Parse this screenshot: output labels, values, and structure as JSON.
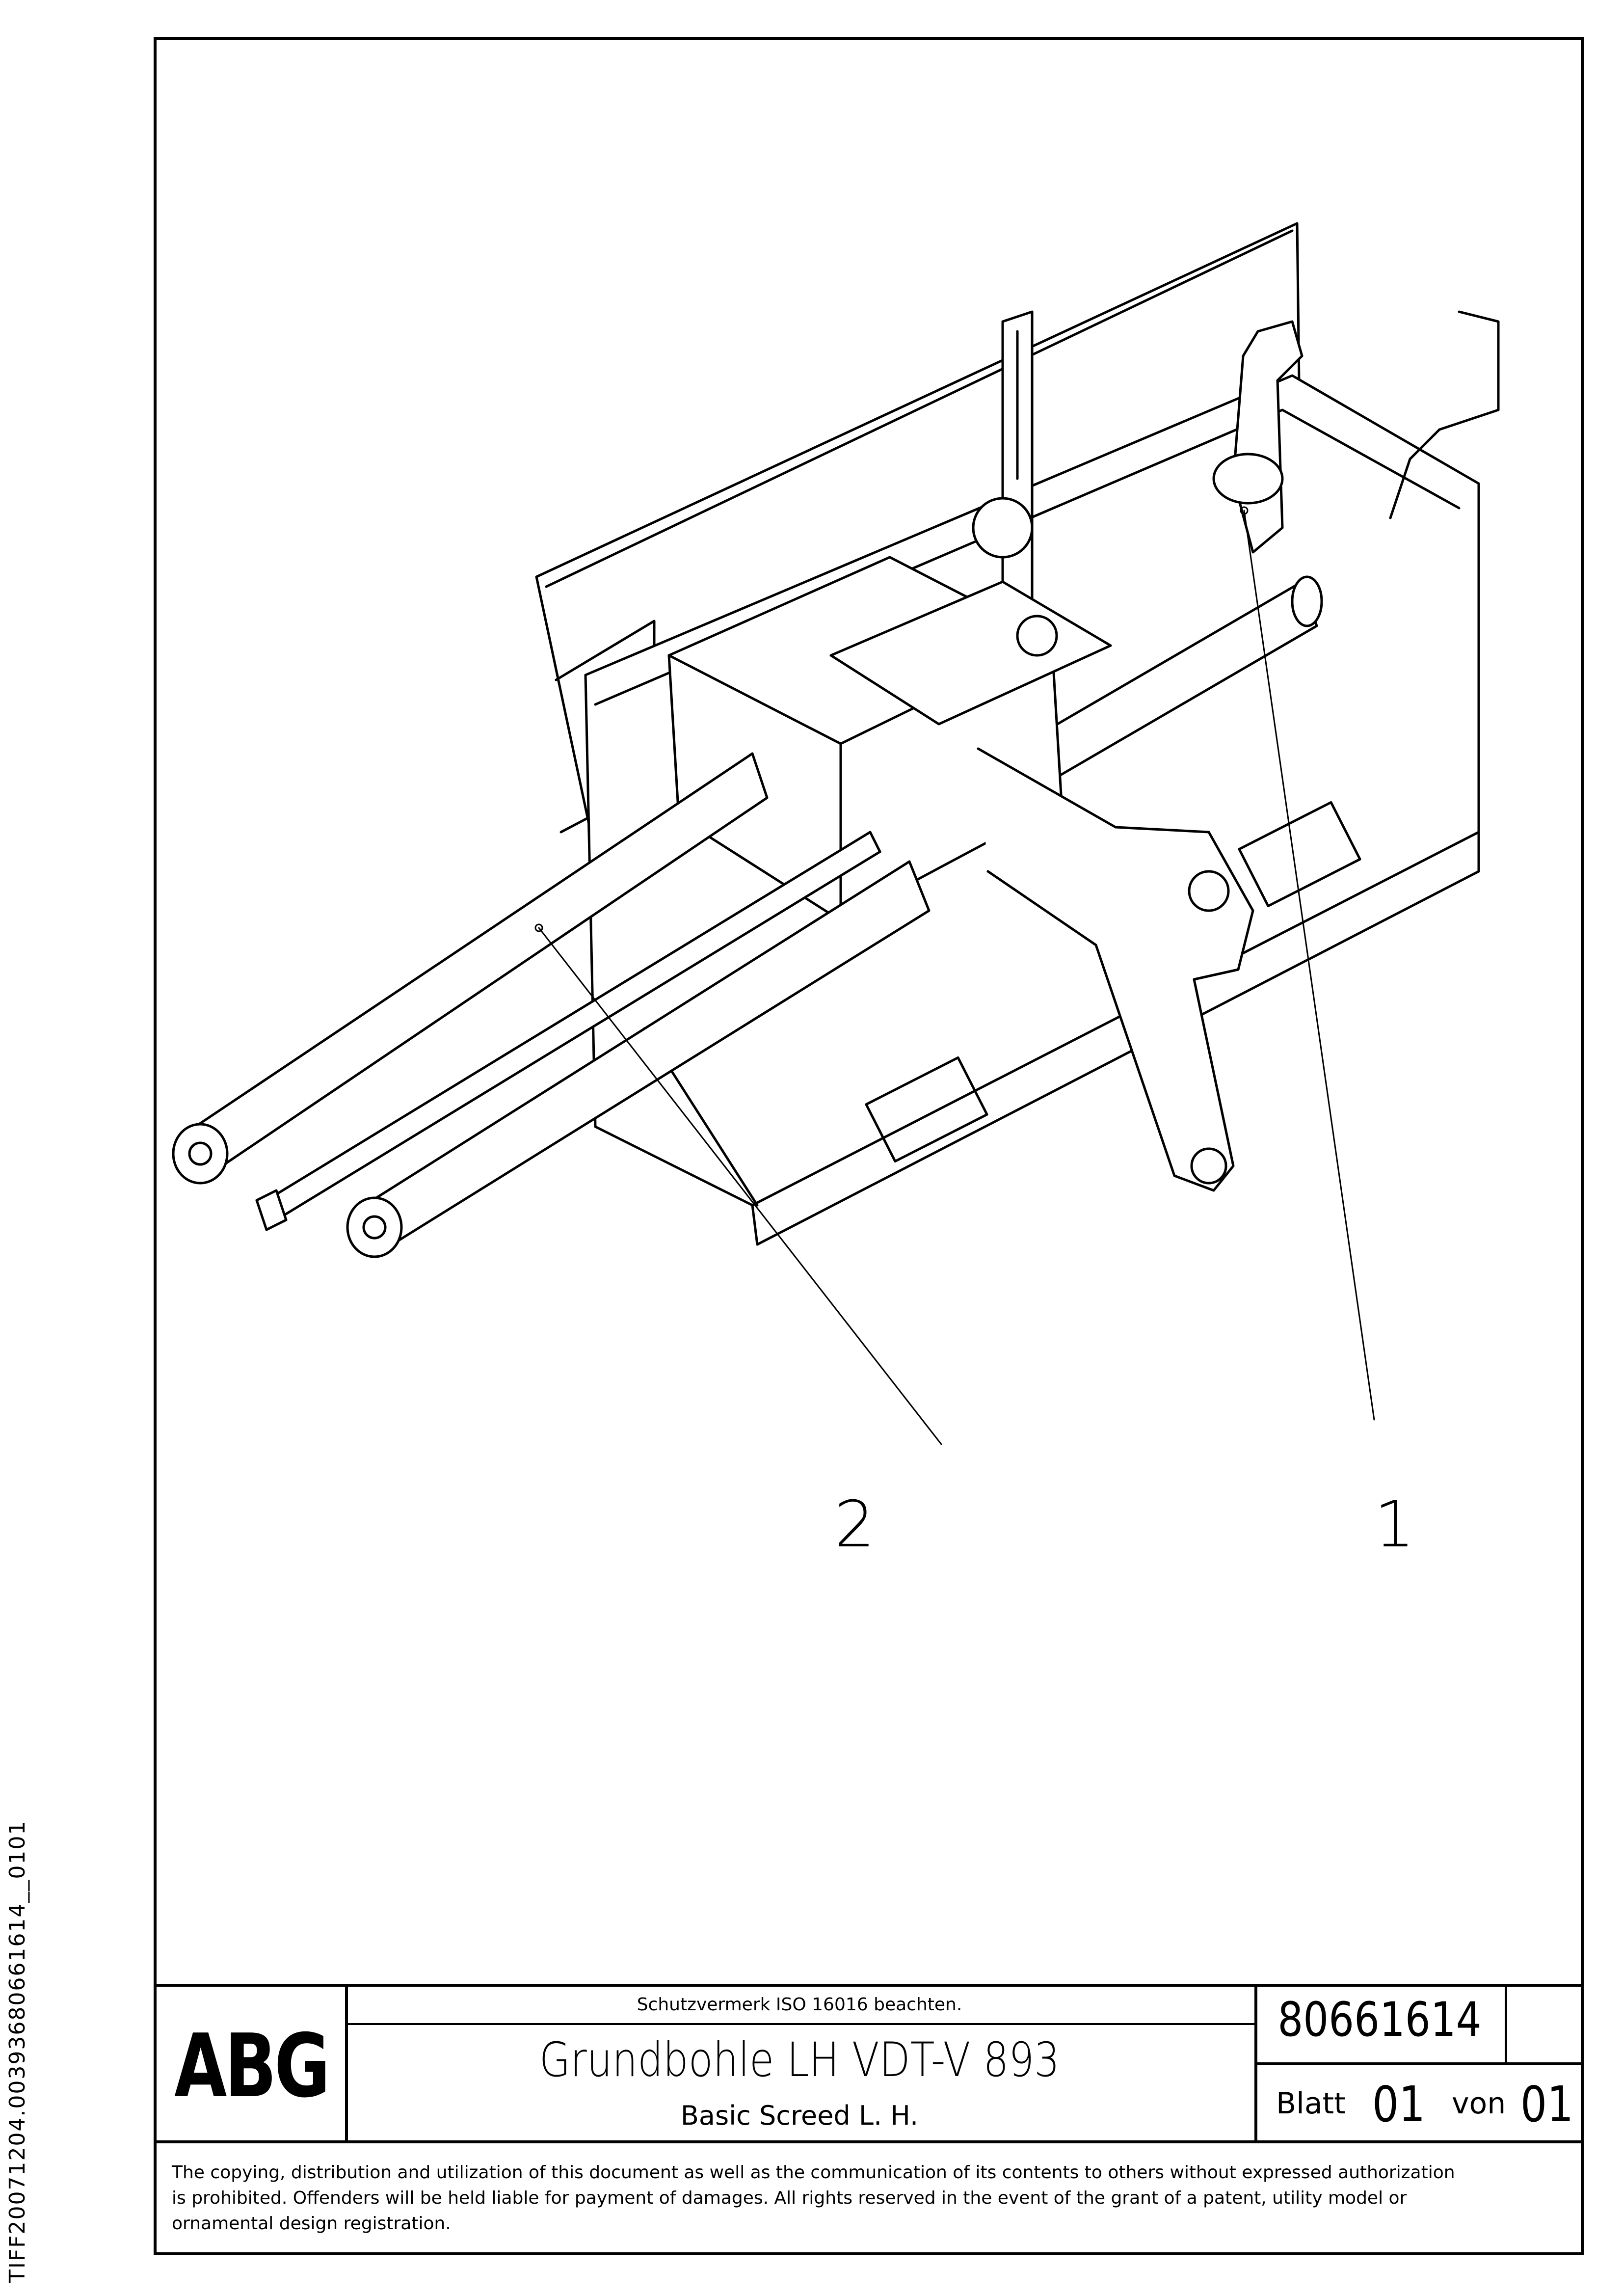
{
  "side_identifier": "TIFF20071204.00393680661614__0101",
  "callouts": [
    {
      "id": "callout-1",
      "label": "1"
    },
    {
      "id": "callout-2",
      "label": "2"
    }
  ],
  "title_block": {
    "logo": "ABG",
    "protection_notice": "Schutzvermerk ISO 16016 beachten.",
    "title_de": "Grundbohle LH VDT-V 893",
    "title_en": "Basic Screed L. H.",
    "document_number": "80661614",
    "sheet_label": "Blatt",
    "sheet_number": "01",
    "of_label": "von",
    "total_sheets": "01"
  },
  "copyright_lines": [
    "The copying, distribution and utilization of this document as well as the communication of its contents to others without expressed authorization",
    "is prohibited. Offenders will be held liable for payment of damages. All rights reserved in the event of the grant of a patent, utility model or",
    "ornamental design registration."
  ]
}
